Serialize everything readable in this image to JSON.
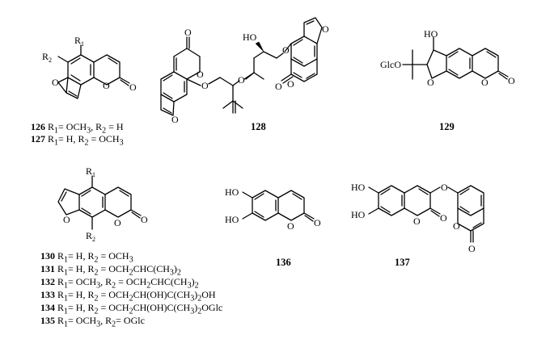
{
  "figure": {
    "compounds": [
      {
        "id": "126",
        "substituents": [
          {
            "label": "R",
            "sub": "1",
            "value": "= OCH",
            "sub2": "3"
          },
          {
            "label": ", R",
            "sub": "2",
            "value": " = H"
          }
        ]
      },
      {
        "id": "127",
        "substituents": [
          {
            "label": "R",
            "sub": "1",
            "value": "= H, R"
          },
          {
            "label": "",
            "sub": "2",
            "value": " = OCH",
            "sub2": "3"
          }
        ]
      },
      {
        "id": "128"
      },
      {
        "id": "129"
      },
      {
        "id": "130",
        "line": [
          "R",
          "1",
          "= H, R",
          "2",
          " = OCH",
          "3",
          ""
        ]
      },
      {
        "id": "131"
      },
      {
        "id": "132"
      },
      {
        "id": "133"
      },
      {
        "id": "134"
      },
      {
        "id": "135"
      },
      {
        "id": "136"
      },
      {
        "id": "137"
      }
    ],
    "labels": {
      "R1": "R",
      "R1_sub": "1",
      "R2": "R",
      "R2_sub": "2",
      "HO": "HO",
      "O": "O",
      "GlcO": "GlcO"
    },
    "captions": {
      "c126": [
        "126",
        " R",
        "1",
        "= OCH",
        "3",
        ", R",
        "2",
        " = H"
      ],
      "c127": [
        "127",
        " R",
        "1",
        "= H, R",
        "2",
        " = OCH",
        "3"
      ],
      "c130": [
        "130",
        " R",
        "1",
        "= H, R",
        "2",
        " = OCH",
        "3",
        ""
      ],
      "c131": [
        "131",
        " R",
        "1",
        "= H, R",
        "2",
        " = OCH",
        "2",
        "CHC(CH",
        "3",
        ")",
        "2"
      ],
      "c132": [
        "132",
        " R",
        "1",
        "= OCH",
        "3",
        ", R",
        "2",
        " = OCH",
        "2",
        "CHC(CH",
        "3",
        ")",
        "2"
      ],
      "c133": [
        "133",
        " R",
        "1",
        "= H, R",
        "2",
        " = OCH",
        "2",
        "CH(OH)C(CH",
        "3",
        ")",
        "2",
        "OH"
      ],
      "c134": [
        "134",
        " R",
        "1",
        "= H, R",
        "2",
        " = OCH",
        "2",
        "CH(OH)C(CH",
        "3",
        ")",
        "2",
        "OGlc"
      ],
      "c135": [
        "135",
        " R",
        "1",
        "= OCH",
        "3",
        ", R",
        "2",
        "= OGlc"
      ]
    }
  }
}
